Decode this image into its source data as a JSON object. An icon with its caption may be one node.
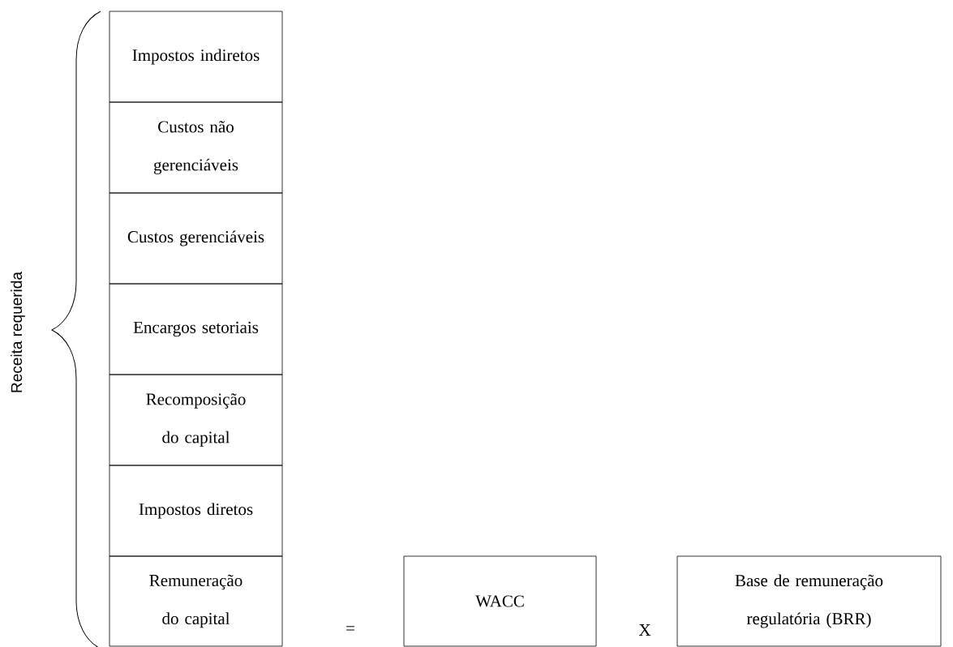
{
  "diagram": {
    "nodes": [
      {
        "text": [
          "Impostos indiretos"
        ]
      },
      {
        "text": [
          "Custos não gerenciáveis"
        ]
      },
      {
        "text": [
          "Custos gerenciáveis"
        ]
      },
      {
        "text": [
          "Encargos setoriais"
        ]
      },
      {
        "text": [
          "Recomposição do capital"
        ]
      },
      {
        "text": [
          "Impostos diretos"
        ]
      },
      {
        "text": [
          "Remuneração do capital"
        ]
      },
      {
        "text": [
          "WACC"
        ]
      },
      {
        "text": [
          "Base de remuneração regulatória (BRR)"
        ]
      }
    ],
    "labels": [
      "Receita requerida",
      "=",
      "X"
    ]
  }
}
